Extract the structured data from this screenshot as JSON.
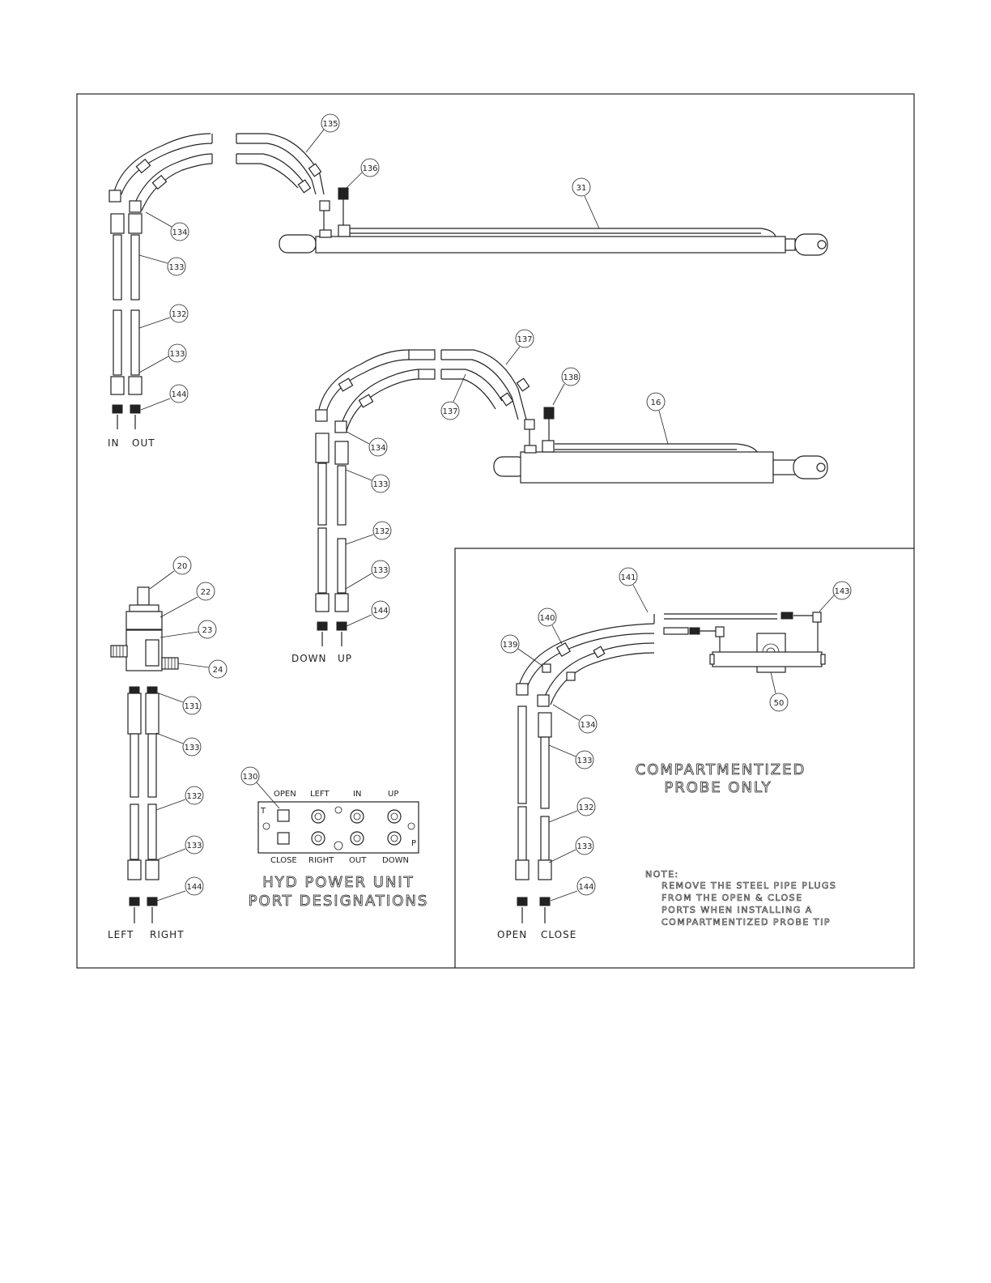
{
  "callouts": {
    "c135": "135",
    "c136": "136",
    "c31": "31",
    "c134a": "134",
    "c133a": "133",
    "c132a": "132",
    "c133b": "133",
    "c144a": "144",
    "c137a": "137",
    "c137b": "137",
    "c138": "138",
    "c16": "16",
    "c134b": "134",
    "c133c": "133",
    "c132b": "132",
    "c133d": "133",
    "c144b": "144",
    "c20": "20",
    "c22": "22",
    "c23": "23",
    "c24": "24",
    "c131": "131",
    "c133e": "133",
    "c132c": "132",
    "c133f": "133",
    "c144c": "144",
    "c130": "130",
    "c141": "141",
    "c143": "143",
    "c140": "140",
    "c139": "139",
    "c50": "50",
    "c134c": "134",
    "c133g": "133",
    "c132d": "132",
    "c133h": "133",
    "c144d": "144"
  },
  "labels": {
    "in": "IN",
    "out": "OUT",
    "down": "DOWN",
    "up": "UP",
    "left": "LEFT",
    "right": "RIGHT",
    "open": "OPEN",
    "close": "CLOSE"
  },
  "port_panel": {
    "top": [
      "OPEN",
      "LEFT",
      "IN",
      "UP"
    ],
    "bottom": [
      "CLOSE",
      "RIGHT",
      "OUT",
      "DOWN"
    ],
    "t": "T",
    "p": "P",
    "title_1": "HYD POWER UNIT",
    "title_2": "PORT DESIGNATIONS"
  },
  "compartment": {
    "title_1": "COMPARTMENTIZED",
    "title_2": "PROBE ONLY",
    "note_head": "NOTE:",
    "note_1": "REMOVE THE STEEL PIPE PLUGS",
    "note_2": "FROM THE OPEN & CLOSE",
    "note_3": "PORTS WHEN INSTALLING A",
    "note_4": "COMPARTMENTIZED PROBE TIP"
  }
}
